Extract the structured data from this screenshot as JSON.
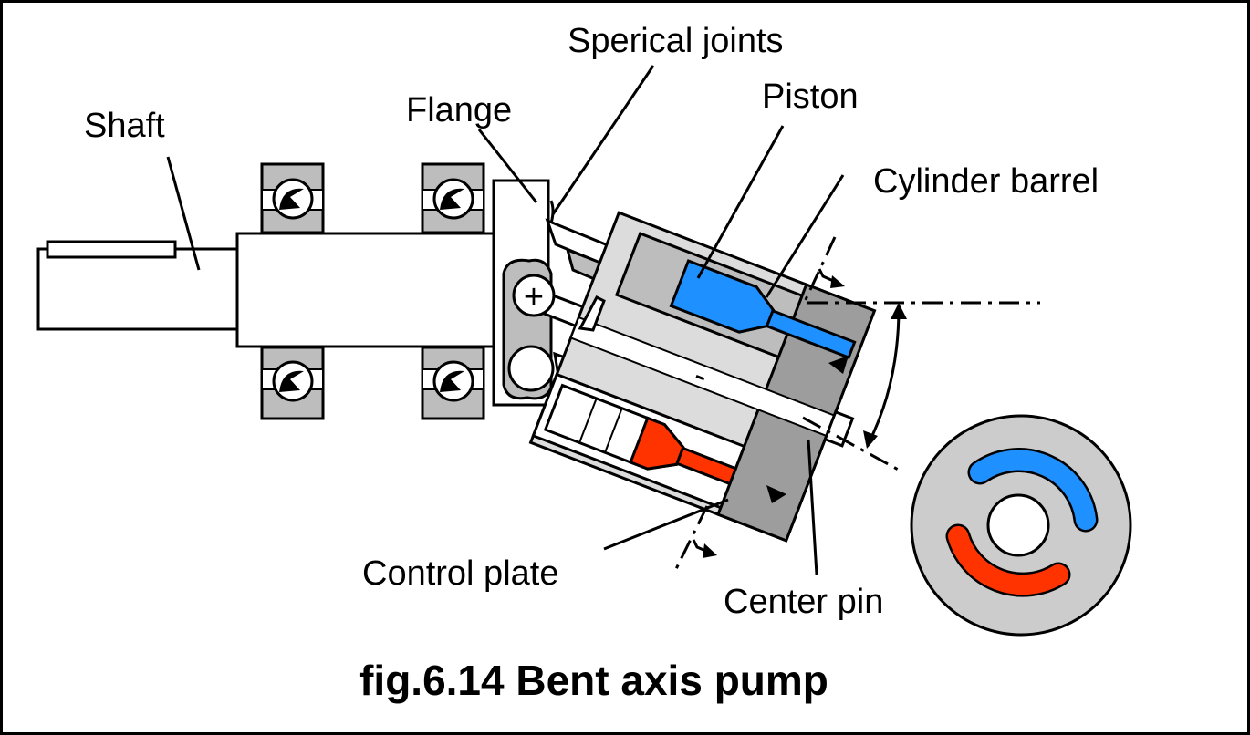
{
  "labels": {
    "shaft": "Shaft",
    "flange": "Flange",
    "spherical_joints": "Sperical joints",
    "piston": "Piston",
    "cylinder_barrel": "Cylinder barrel",
    "control_plate": "Control plate",
    "center_pin": "Center pin"
  },
  "caption": "fig.6.14 Bent axis pump",
  "symbols": {
    "plus": "+",
    "minus": "-"
  },
  "colors": {
    "suction_blue": "#1e90ff",
    "pressure_red": "#ff3300",
    "light_gray": "#dcdcdc",
    "mid_gray": "#b8b8b8",
    "dark_gray": "#999999",
    "outline": "#000000"
  }
}
